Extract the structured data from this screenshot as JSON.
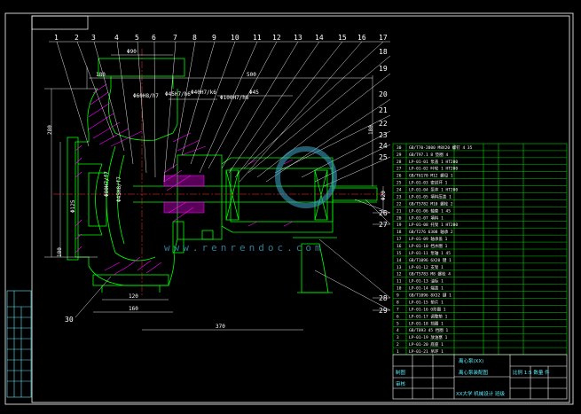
{
  "colors": {
    "background": "#000000",
    "frame": "#ffffff",
    "outline": "#00ff00",
    "section_hatch": "#ff00ff",
    "dimension": "#ffffff",
    "centerline": "#ff3030",
    "title_text": "#5af0ff",
    "watermark": "#3fa7c8"
  },
  "balloons": [
    "1",
    "2",
    "3",
    "4",
    "5",
    "6",
    "7",
    "8",
    "9",
    "10",
    "11",
    "12",
    "13",
    "14",
    "15",
    "16",
    "17",
    "18",
    "19",
    "20",
    "21",
    "22",
    "23",
    "24",
    "25",
    "26",
    "27",
    "28",
    "29",
    "30"
  ],
  "dimensions": {
    "outlet_dia": "Φ90",
    "top_height": "180",
    "overall_length": "500",
    "shaft_fit_1": "Φ60H8/h7",
    "shaft_fit_2": "Φ45H7/h6",
    "bearing_fit": "Φ40H7/k6",
    "bearing_bore": "Φ45",
    "housing_fit": "Φ100H7/h6",
    "left_height": "280",
    "flange_dia": "Φ125",
    "impeller_fit": "Φ80H7/f7",
    "inlet_fit": "Φ45H8/f7",
    "lower_height": "180",
    "base_width_1": "120",
    "base_width_2": "160",
    "base_length": "370",
    "shaft_height": "180",
    "shaft_dia": "Φ20"
  },
  "bom_rows": [
    "GB/T70-2000 M8X20  螺钉 4  35",
    "GB/T97.1 8  垫圈 4",
    "LP-01-01  泵盖 1 HT200",
    "LP-01-02  叶轮 1 HT200",
    "GB/T6170 M12  螺母 1",
    "LP-01-03  密封环 1",
    "LP-01-04  泵体 1 HT200",
    "LP-01-05  填料压盖 1",
    "GB/T5782 M10  螺栓 2",
    "LP-01-06  轴套 1 45",
    "LP-01-07  填料 1",
    "LP-01-08  托架 1 HT200",
    "GB/T276 6308  轴承 2",
    "LP-01-09  轴承盖 1",
    "LP-01-10  挡水圈 1",
    "LP-01-11  泵轴 1 45",
    "GB/T1096 6X20  键 1",
    "LP-01-12  支架 1",
    "GB/T5783 M8  螺栓 4",
    "LP-01-13  油标 1",
    "LP-01-14  端盖 1",
    "GB/T1096 8X32  键 1",
    "LP-01-15  垫片 1",
    "LP-01-16  O形圈 1",
    "LP-01-17  调整垫 1",
    "LP-01-18  挡圈 1",
    "GB/T893 45  挡圈 1",
    "LP-01-19  放油塞 1",
    "LP-01-20  底座 1",
    "LP-01-21  吊环 1"
  ],
  "title_block": {
    "left_header": "离心泵(XX)",
    "drawing_name": "离心泵装配图",
    "scale_row": "比例 1:5  数量  件",
    "drawn_by": "制图",
    "checked_by": "审核",
    "school_row": "XX大学  机械设计  班级"
  },
  "watermark": {
    "text": "www.renrendoc.com"
  }
}
